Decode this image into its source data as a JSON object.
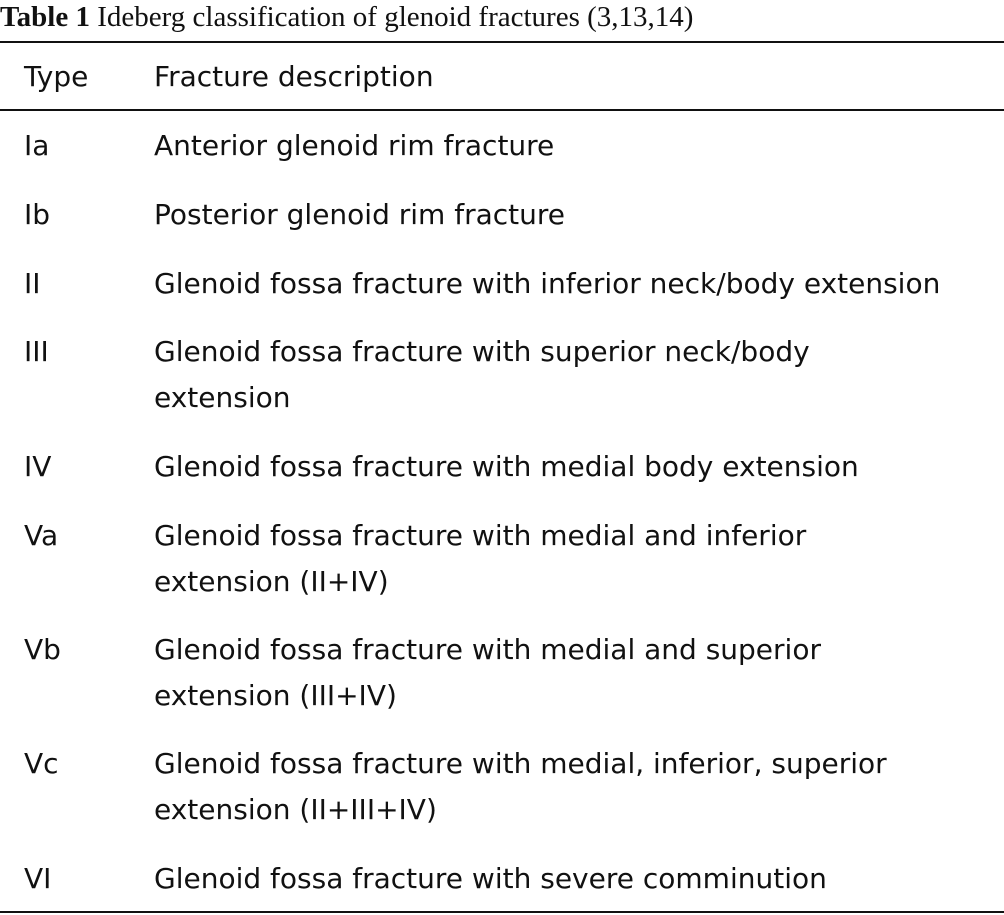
{
  "caption": {
    "label": "Table 1",
    "text": "Ideberg classification of glenoid fractures (3,13,14)"
  },
  "table": {
    "headers": {
      "type": "Type",
      "description": "Fracture description"
    },
    "rows": [
      {
        "type": "Ia",
        "lines": [
          "Anterior glenoid rim fracture"
        ]
      },
      {
        "type": "Ib",
        "lines": [
          "Posterior glenoid rim fracture"
        ]
      },
      {
        "type": "II",
        "lines": [
          "Glenoid fossa fracture with inferior neck/body extension"
        ]
      },
      {
        "type": "III",
        "lines": [
          "Glenoid fossa fracture with superior neck/body",
          "extension"
        ]
      },
      {
        "type": "IV",
        "lines": [
          "Glenoid fossa fracture with medial body extension"
        ]
      },
      {
        "type": "Va",
        "lines": [
          "Glenoid fossa fracture with medial and inferior",
          "extension (II+IV)"
        ]
      },
      {
        "type": "Vb",
        "lines": [
          "Glenoid fossa fracture with medial and superior",
          "extension (III+IV)"
        ]
      },
      {
        "type": "Vc",
        "lines": [
          "Glenoid fossa fracture with medial, inferior, superior",
          "extension (II+III+IV)"
        ]
      },
      {
        "type": "VI",
        "lines": [
          "Glenoid fossa fracture with severe comminution"
        ]
      }
    ]
  }
}
